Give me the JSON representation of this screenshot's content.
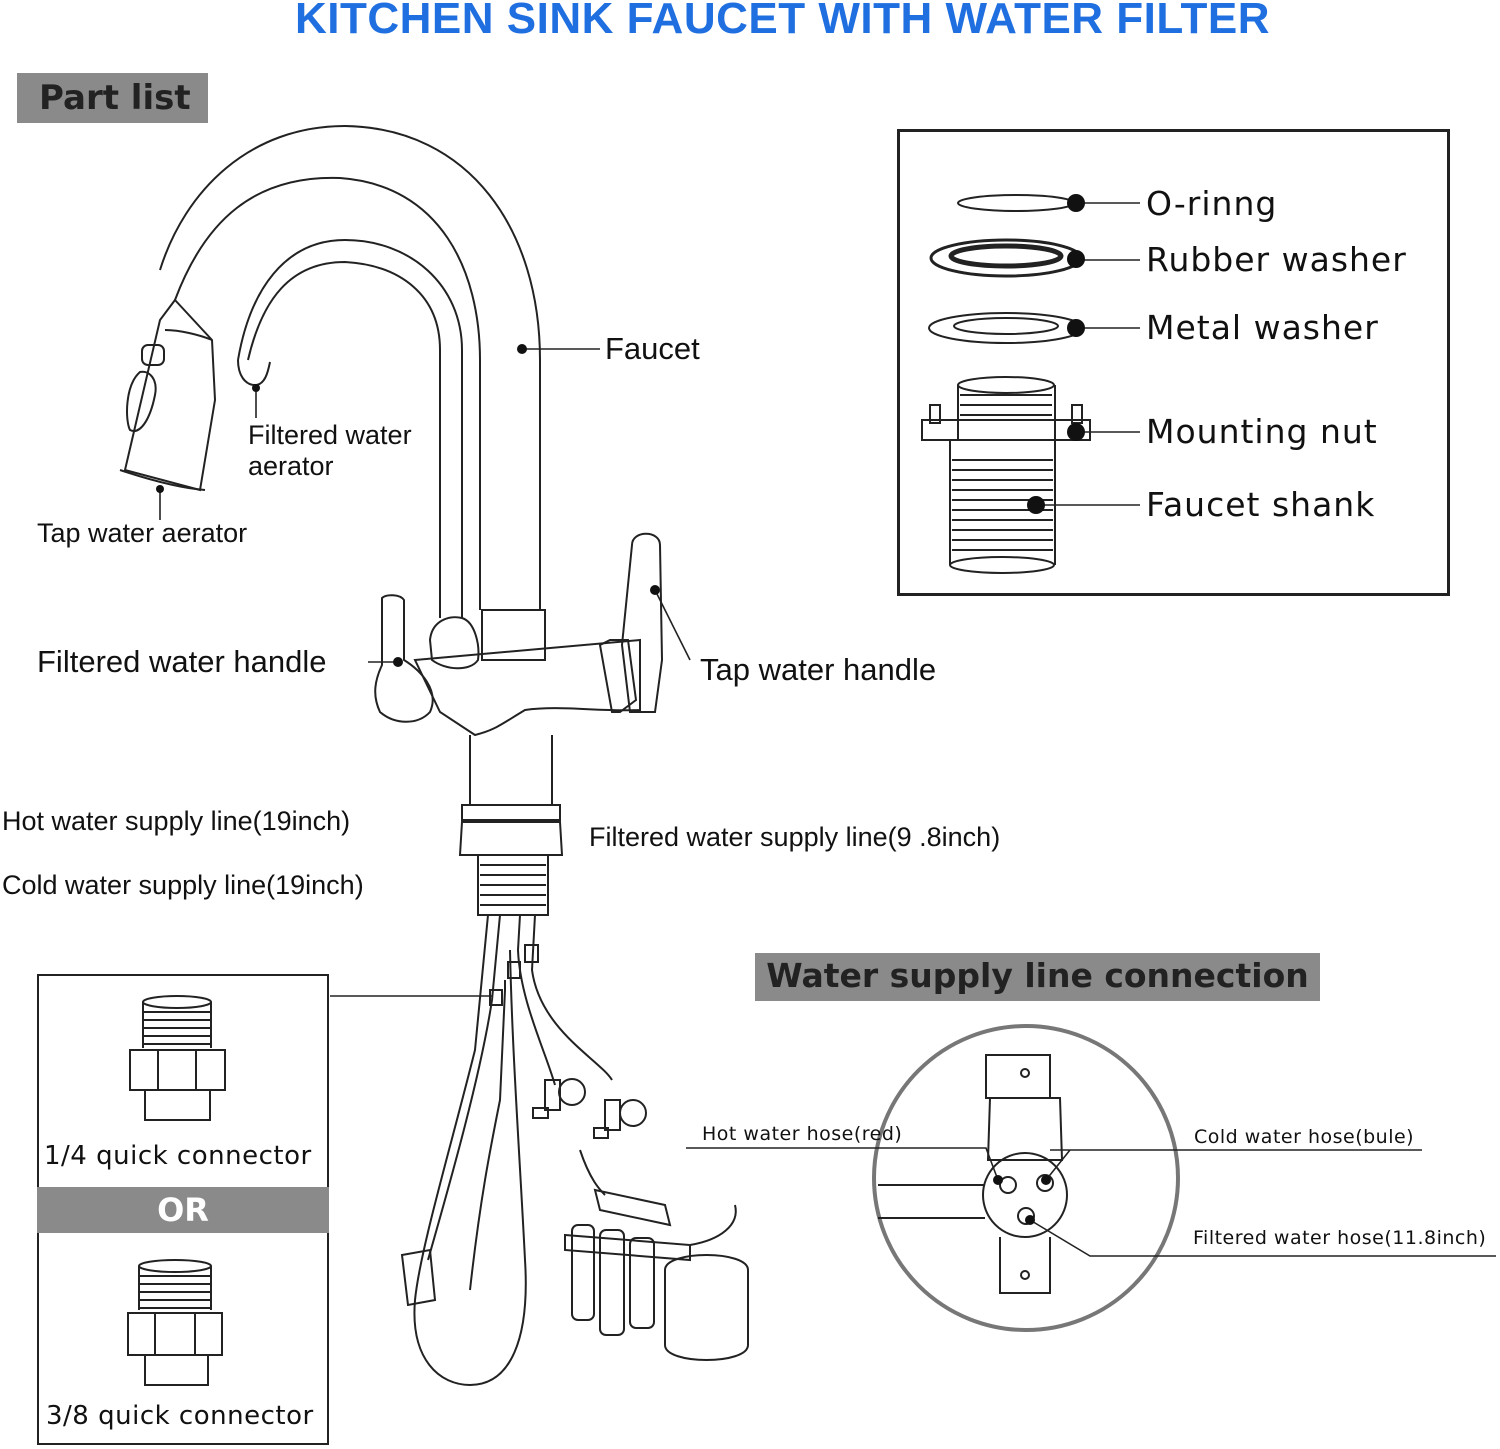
{
  "title": "KITCHEN SINK FAUCET WITH WATER FILTER",
  "part_list_label": "Part list",
  "faucet_labels": {
    "faucet": "Faucet",
    "filtered_aerator_line1": "Filtered water",
    "filtered_aerator_line2": "aerator",
    "tap_aerator": "Tap water aerator",
    "filtered_handle": "Filtered water handle",
    "tap_handle": "Tap water handle"
  },
  "supply_lines": {
    "hot": "Hot water supply line(19inch)",
    "cold": "Cold water supply line(19inch)",
    "filtered": "Filtered water supply line(9 .8inch)"
  },
  "mounting_parts": [
    {
      "label": "O-rinng"
    },
    {
      "label": "Rubber washer"
    },
    {
      "label": "Metal washer"
    },
    {
      "label": "Mounting nut"
    },
    {
      "label": "Faucet shank"
    }
  ],
  "connectors": {
    "quarter": "1/4 quick connector",
    "or": "OR",
    "three_eighths": "3/8 quick connector"
  },
  "connection_section": {
    "title": "Water supply line connection",
    "hot_hose": "Hot water hose(red)",
    "cold_hose": "Cold water hose(bule)",
    "filtered_hose": "Filtered water hose(11.8inch)"
  },
  "colors": {
    "title": "#1f6fe0",
    "header_bar": "#8a8a8a",
    "line": "#222222"
  }
}
